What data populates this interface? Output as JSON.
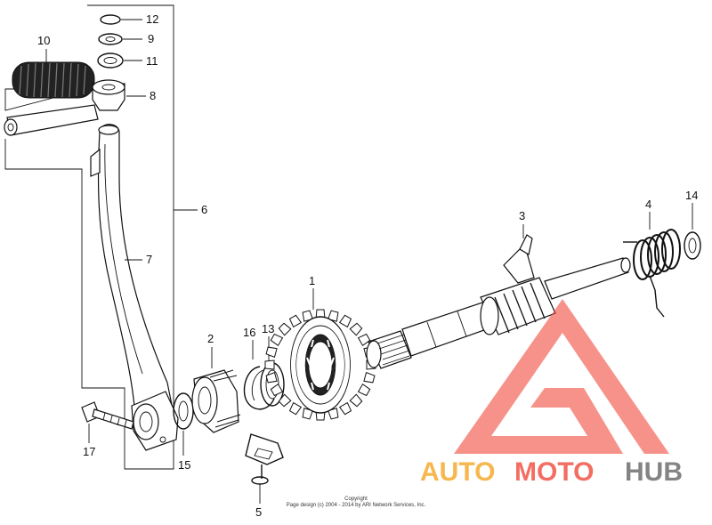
{
  "callouts": {
    "c1": "1",
    "c2": "2",
    "c3": "3",
    "c4": "4",
    "c5": "5",
    "c6": "6",
    "c7": "7",
    "c8": "8",
    "c9": "9",
    "c10": "10",
    "c11": "11",
    "c12": "12",
    "c13": "13",
    "c14": "14",
    "c15": "15",
    "c16": "16",
    "c17": "17"
  },
  "copyright": {
    "line1": "Copyright",
    "line2": "Page design (c) 2004 - 2014 by ARI Network Services, Inc."
  },
  "watermark": {
    "part1": "AUTO",
    "part2": "MOTO",
    "part3": "HUB",
    "color_orange": "#f5a623",
    "color_red": "#f04a3c",
    "color_gray": "#666666"
  }
}
